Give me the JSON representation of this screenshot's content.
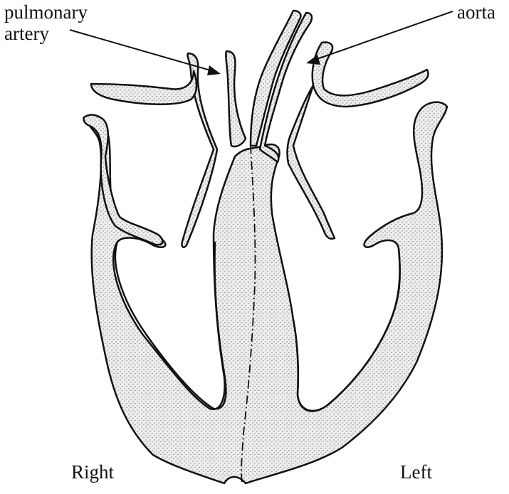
{
  "labels": {
    "pulmonary_line1": "pulmonary",
    "pulmonary_line2": "artery",
    "aorta": "aorta",
    "right": "Right",
    "left": "Left"
  },
  "colors": {
    "outline": "#111111",
    "muscle_fill": "#d9d9d9",
    "background": "#ffffff"
  }
}
